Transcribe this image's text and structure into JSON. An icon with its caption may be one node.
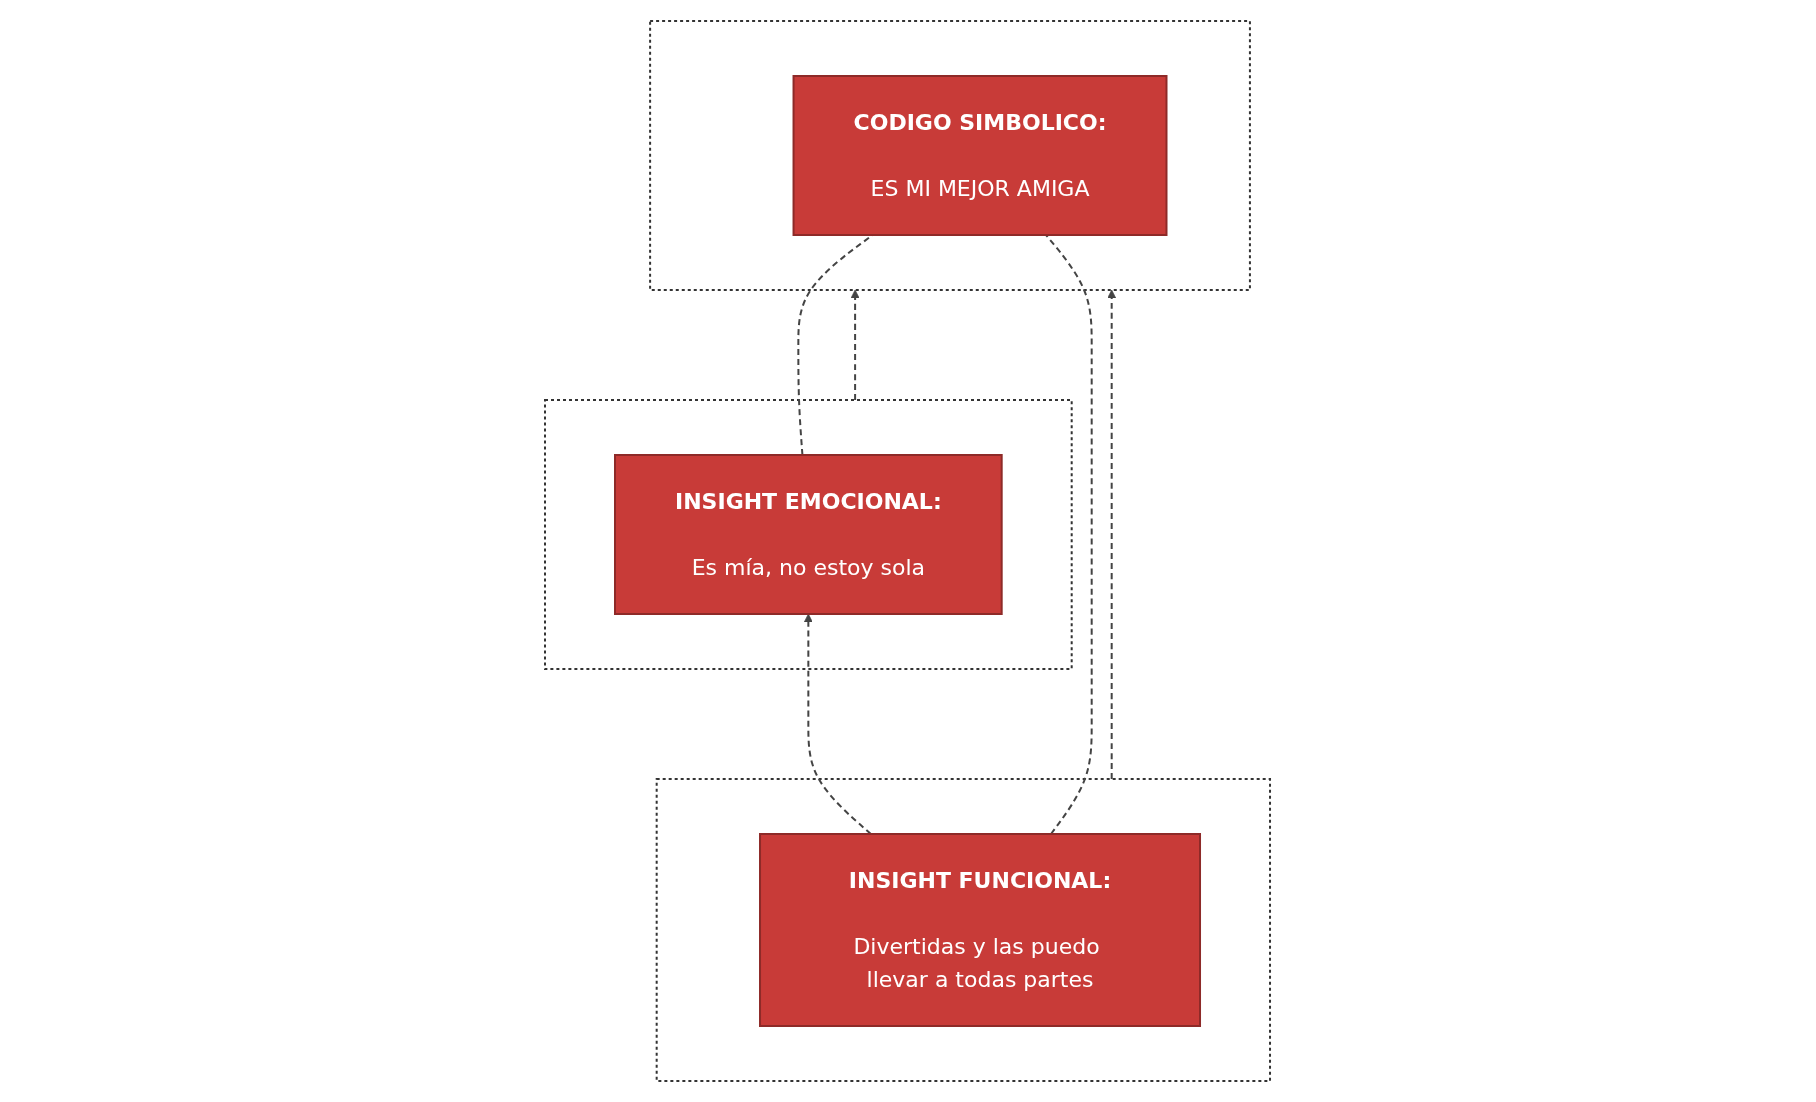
{
  "diagram": {
    "nodes": [
      {
        "text": [],
        "shape": "box"
      },
      {
        "text": [
          "CODIGO SIMBOLICO:",
          "ES MI MEJOR AMIGA"
        ],
        "in": 0
      },
      {
        "text": [],
        "shape": "box"
      },
      {
        "text": [
          "INSIGHT FUNCIONAL:",
          "Divertidas y las puedo llevar a todas partes"
        ],
        "in": 2
      },
      {
        "text": [],
        "shape": "box"
      },
      {
        "text": [
          "INSIGHT EMOCIONAL:",
          "Es mía, no estoy sola"
        ],
        "in": 4
      }
    ],
    "edges": [
      {
        "from": 2,
        "to": 0,
        "arrow": "to",
        "style": "dashed"
      },
      {
        "from": 4,
        "to": 0,
        "arrow": "to",
        "style": "dashed"
      },
      {
        "from": 3,
        "to": 5,
        "arrow": "to",
        "style": "dashed"
      },
      {
        "from": 3,
        "to": 1,
        "arrow": "none",
        "style": "dashed"
      },
      {
        "from": 5,
        "to": 1,
        "arrow": "none",
        "style": "dashed"
      }
    ]
  }
}
